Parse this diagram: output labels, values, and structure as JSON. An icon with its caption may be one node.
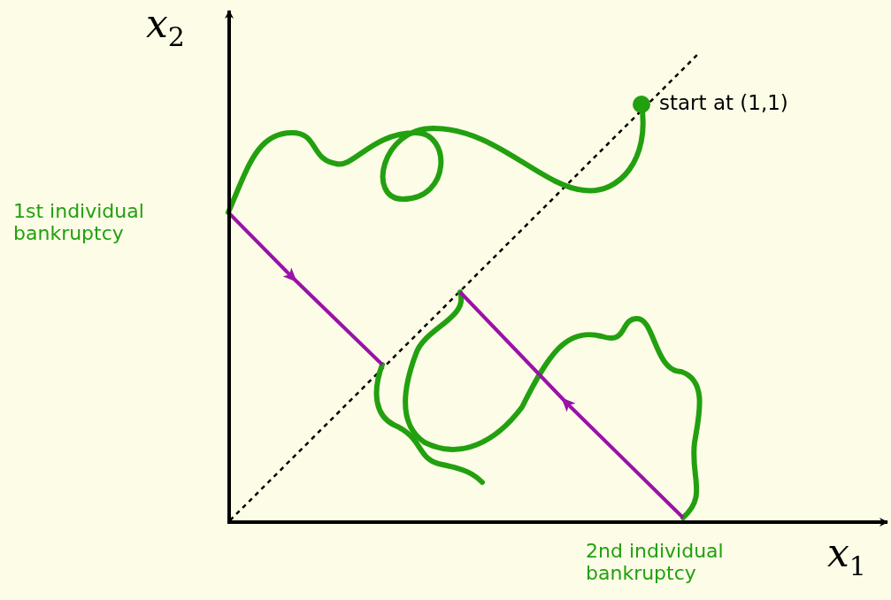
{
  "diagram": {
    "labels": [
      "*x*$_{2}$",
      "start at (1,1)",
      "1st individual bankruptcy",
      "2nd individual bankruptcy",
      "*x*$_{1}$"
    ]
  }
}
